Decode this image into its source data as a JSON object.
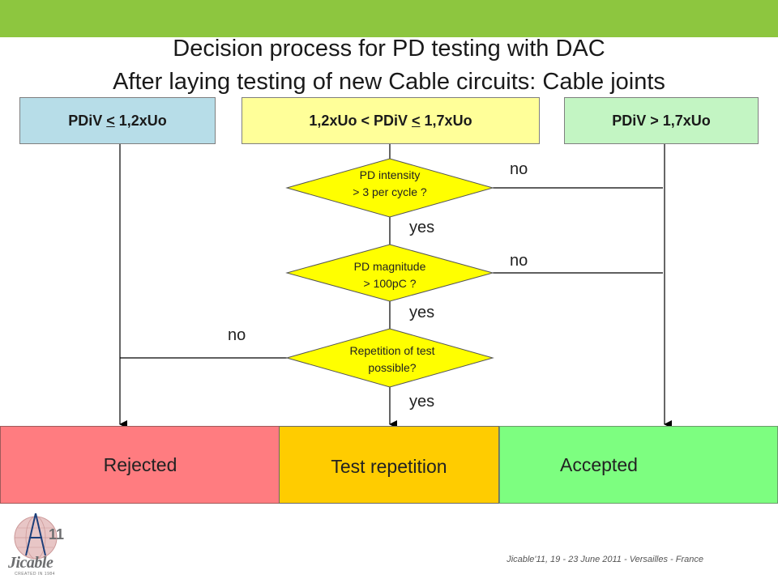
{
  "topbar_color": "#8dc63f",
  "title": {
    "line1": "Decision process for PD testing with DAC",
    "line2": "After laying testing of new Cable circuits: Cable joints"
  },
  "headers": {
    "left": {
      "prefix": "PDiV ",
      "underlined": "<",
      "suffix": " 1,2xUo",
      "color": "#b7dde8"
    },
    "middle": {
      "p1": "1,2xUo < PDiV ",
      "underlined": "<",
      "p2": " 1,7xUo",
      "color": "#ffff99"
    },
    "right": {
      "text": "PDiV > 1,7xUo",
      "color": "#c3f5c3"
    }
  },
  "decisions": [
    {
      "line1": "PD intensity",
      "line2": "> 3 per cycle ?"
    },
    {
      "line1": "PD magnitude",
      "line2": "> 100pC ?"
    },
    {
      "line1": "Repetition of test",
      "line2": "possible?"
    }
  ],
  "labels": {
    "no1": "no",
    "yes1": "yes",
    "no2": "no",
    "yes2": "yes",
    "no3": "no",
    "yes3": "yes"
  },
  "outcomes": {
    "rejected": {
      "text": "Rejected",
      "color": "#ff7c80"
    },
    "repetition": {
      "text": "Test repetition",
      "color": "#ffcc00"
    },
    "accepted": {
      "text": "Accepted",
      "color": "#7dfe80"
    }
  },
  "footer": "Jicable'11, 19 - 23 June 2011 - Versailles - France",
  "logo": {
    "name": "jicable-logo",
    "word": "Jicable",
    "number": "11",
    "tagline": "CREATED IN 1984"
  }
}
